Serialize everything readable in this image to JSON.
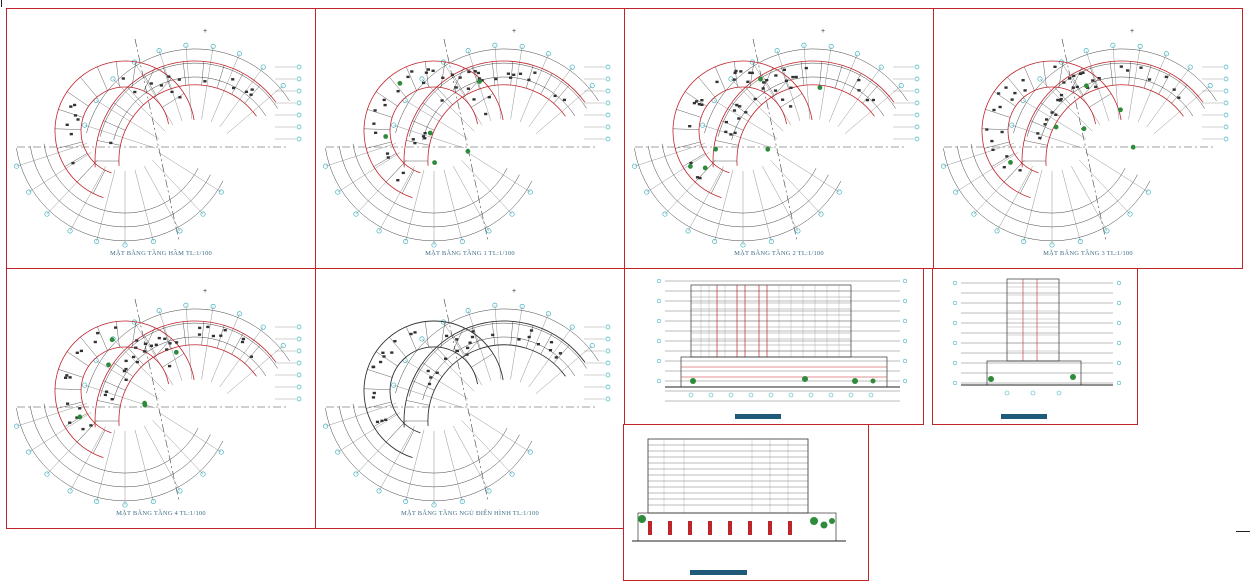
{
  "drawing": {
    "sheets": [
      {
        "key": "basement",
        "title": "MẶT BẰNG TẦNG HẦM TL:1/100"
      },
      {
        "key": "floor1",
        "title": "MẶT BẰNG TẦNG 1 TL:1/100"
      },
      {
        "key": "floor2",
        "title": "MẶT BẰNG TẦNG 2 TL:1/100"
      },
      {
        "key": "floor3",
        "title": "MẶT BẰNG TẦNG 3 TL:1/100"
      },
      {
        "key": "floor4",
        "title": "MẶT BẰNG TẦNG 4 TL:1/100"
      },
      {
        "key": "typical",
        "title": "MẶT BẰNG TẦNG NGỦ ĐIỂN HÌNH TL:1/100"
      }
    ],
    "elevations": [
      {
        "key": "elevation-front"
      },
      {
        "key": "elevation-side"
      },
      {
        "key": "elevation-rear"
      }
    ],
    "colors": {
      "frame": "#c0242b",
      "lines": "#3a3a3a",
      "walls": "#c0242b",
      "grid_bubbles": "#3fb5c2",
      "title_text": "#3f6f86",
      "title_bar": "#1f5b78",
      "plants": "#2e8b3a"
    }
  }
}
